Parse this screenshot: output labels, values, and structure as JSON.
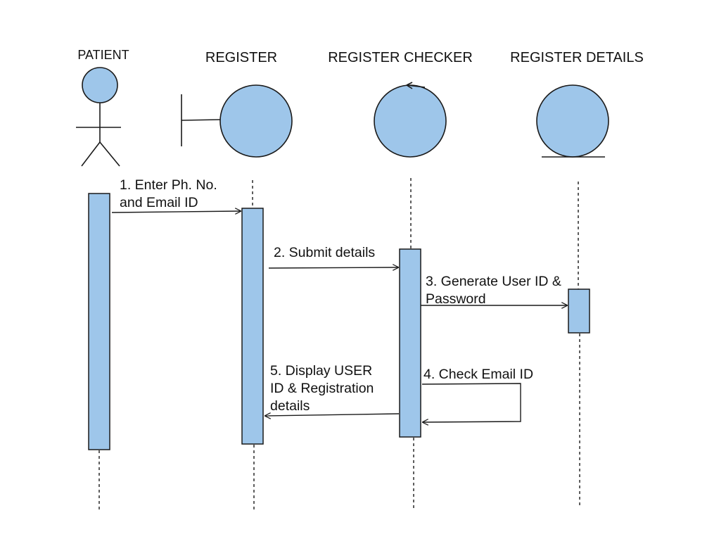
{
  "participants": [
    {
      "id": "patient",
      "label": "PATIENT",
      "kind": "actor"
    },
    {
      "id": "register",
      "label": "REGISTER",
      "kind": "boundary"
    },
    {
      "id": "checker",
      "label": "REGISTER CHECKER",
      "kind": "control"
    },
    {
      "id": "details",
      "label": "REGISTER DETAILS",
      "kind": "entity"
    }
  ],
  "messages": [
    {
      "id": "m1",
      "lines": [
        "1. Enter Ph. No.",
        "and Email ID"
      ],
      "from": "patient",
      "to": "register"
    },
    {
      "id": "m2",
      "lines": [
        "2. Submit details"
      ],
      "from": "register",
      "to": "checker"
    },
    {
      "id": "m3",
      "lines": [
        "3. Generate User ID &",
        "Password"
      ],
      "from": "checker",
      "to": "details"
    },
    {
      "id": "m4",
      "lines": [
        "4. Check Email ID"
      ],
      "from": "checker",
      "to": "checker",
      "self": true
    },
    {
      "id": "m5",
      "lines": [
        "5. Display USER",
        "ID & Registration",
        "details"
      ],
      "from": "checker",
      "to": "register"
    }
  ],
  "colors": {
    "fill": "#9ec6ea",
    "stroke": "#1a1a1a",
    "text": "#111111"
  }
}
